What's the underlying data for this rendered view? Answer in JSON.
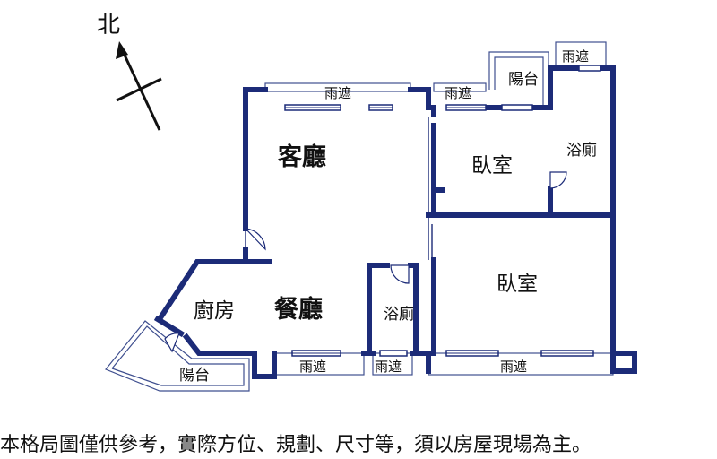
{
  "compass": {
    "north": "北"
  },
  "rooms": {
    "living": "客廳",
    "dining": "餐廳",
    "kitchen": "廚房",
    "bedroom_upper": "臥室",
    "bedroom_lower": "臥室",
    "bath_right": "浴廁",
    "bath_center": "浴廁",
    "balcony_top": "陽台",
    "balcony_bottom": "陽台"
  },
  "canopies": {
    "living_top": "雨遮",
    "bedroom_top": "雨遮",
    "bath_top": "雨遮",
    "dining_bottom": "雨遮",
    "bath_bottom": "雨遮",
    "bedroom_bottom": "雨遮"
  },
  "disclaimer": "本格局圖僅供參考，實際方位、規劃、尺寸等，須以房屋現場為主。",
  "colors": {
    "wall": "#1c2b78",
    "text": "#111111",
    "background": "#ffffff"
  }
}
